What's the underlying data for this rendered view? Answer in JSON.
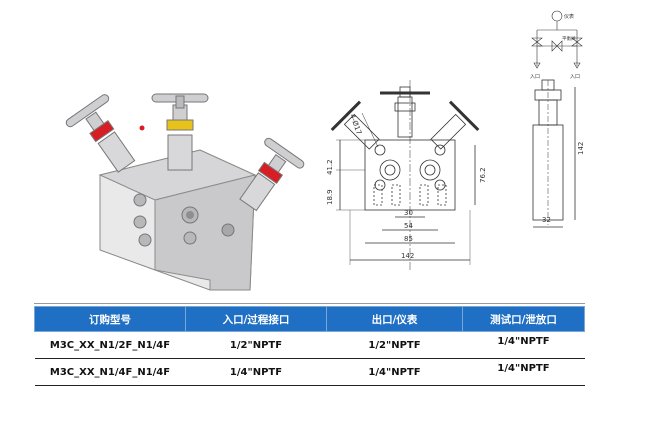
{
  "drawing": {
    "top_view": {
      "dim_label": "4-Ø17"
    },
    "height_dims": {
      "upper": "41.2",
      "lower": "18.9",
      "right": "76.2"
    },
    "width_dims": {
      "d30": "30",
      "d54": "54",
      "d85": "85",
      "d142": "142"
    },
    "side_view": {
      "height": "142",
      "width": "32"
    },
    "schematic": {
      "gauge_label": "仪表",
      "balance_label": "平衡阀",
      "inlet_left": "入口",
      "inlet_right": "入口"
    }
  },
  "table": {
    "headers": [
      "订购型号",
      "入口/过程接口",
      "出口/仪表",
      "测试口/泄放口"
    ],
    "rows": [
      [
        "M3C_XX_N1/2F_N1/4F",
        "1/2\"NPTF",
        "1/2\"NPTF",
        "1/4\"NPTF"
      ],
      [
        "M3C_XX_N1/4F_N1/4F",
        "1/4\"NPTF",
        "1/4\"NPTF",
        "1/4\"NPTF"
      ]
    ]
  },
  "colors": {
    "header_bg": "#1f6fc4",
    "header_text": "#ffffff",
    "valve_red": "#d81e25",
    "valve_yellow": "#e6c21a"
  }
}
